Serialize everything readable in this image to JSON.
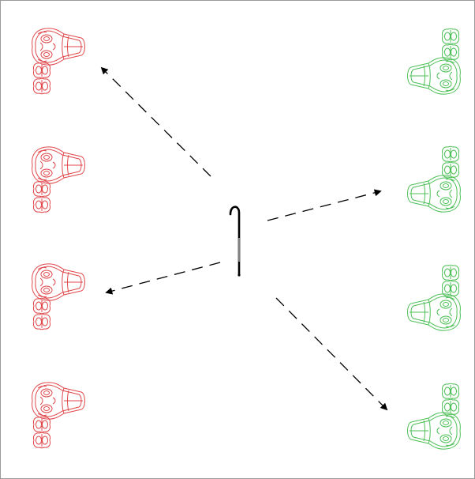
{
  "colors": {
    "left_group": "#e0464a",
    "right_group": "#4cbf56",
    "arrow": "#000000",
    "cane": "#000000",
    "frame": "#9a9a9a"
  },
  "icons": {
    "mask": "theatre-mask-icon",
    "center": "walking-cane-icon"
  },
  "left_masks": [
    {
      "group": "red"
    },
    {
      "group": "red"
    },
    {
      "group": "red"
    },
    {
      "group": "red"
    }
  ],
  "right_masks": [
    {
      "group": "green"
    },
    {
      "group": "green"
    },
    {
      "group": "green"
    },
    {
      "group": "green"
    }
  ],
  "arrows": [
    {
      "target": "left-mask-1"
    },
    {
      "target": "left-mask-3"
    },
    {
      "target": "right-mask-2"
    },
    {
      "target": "right-mask-4"
    }
  ]
}
